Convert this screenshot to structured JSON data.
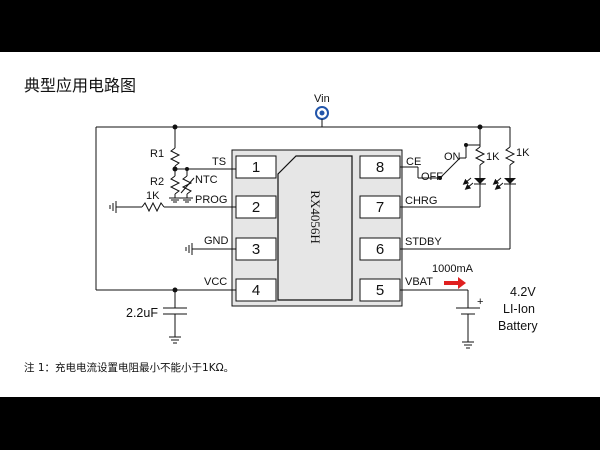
{
  "title": "典型应用电路图",
  "footnote": "注 1：充电电流设置电阻最小不能小于1KΩ。",
  "chip": {
    "name": "RX4056H",
    "pins": [
      {
        "num": "1",
        "name": "TS"
      },
      {
        "num": "2",
        "name": "PROG"
      },
      {
        "num": "3",
        "name": "GND"
      },
      {
        "num": "4",
        "name": "VCC"
      },
      {
        "num": "5",
        "name": "VBAT"
      },
      {
        "num": "6",
        "name": "STDBY"
      },
      {
        "num": "7",
        "name": "CHRG"
      },
      {
        "num": "8",
        "name": "CE"
      }
    ]
  },
  "labels": {
    "vin": "Vin",
    "r1": "R1",
    "r2": "R2",
    "ntc": "NTC",
    "prog_res": "1K",
    "led_res_1": "1K",
    "led_res_2": "1K",
    "switch_on": "ON",
    "switch_off": "OFF",
    "cap": "2.2uF",
    "current": "1000mA",
    "battery_voltage": "4.2V",
    "battery_type": "LI-Ion",
    "battery_word": "Battery",
    "plus": "+"
  },
  "colors": {
    "wire": "#111111",
    "chip_fill": "#e6e6e6",
    "arrow": "#e02020",
    "vin_node": "#2255aa"
  }
}
